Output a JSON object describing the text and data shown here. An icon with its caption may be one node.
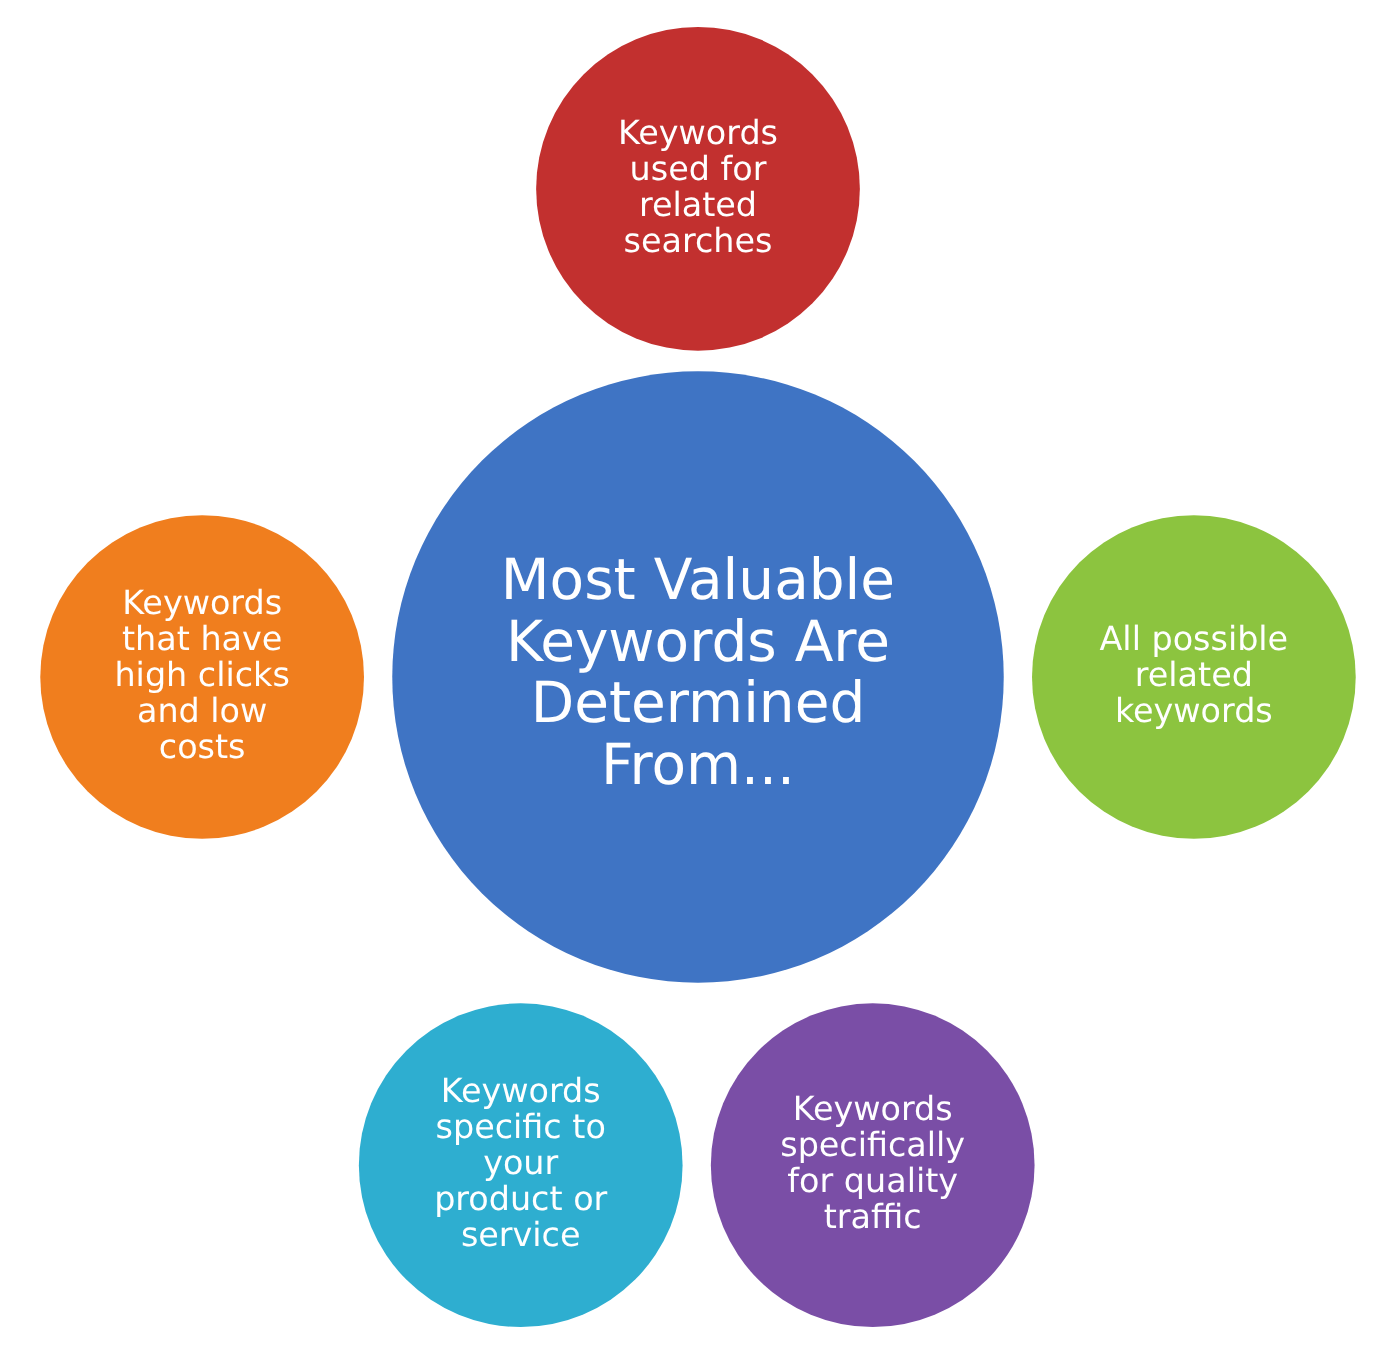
{
  "diagram": {
    "nodes": [
      {
        "text": [
          "Most Valuable Keywords Are Determined From..."
        ]
      },
      {
        "text": [
          "Keywords used for related searches"
        ]
      },
      {
        "text": [
          "Keywords that have high clicks and low costs"
        ]
      },
      {
        "text": [
          "All possible related keywords"
        ]
      },
      {
        "text": [
          "Keywords specific to your product or service"
        ]
      },
      {
        "text": [
          "Keywords specifically for quality traffic"
        ]
      }
    ],
    "edges": []
  }
}
